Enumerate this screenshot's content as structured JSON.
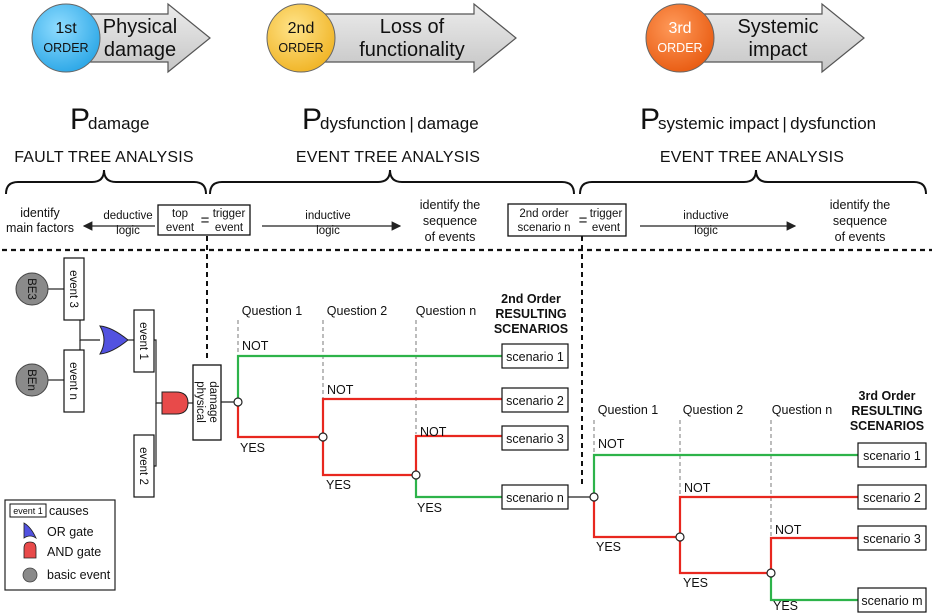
{
  "header": {
    "orders": [
      {
        "num": "1st",
        "order": "ORDER",
        "label1": "Physical",
        "label2": "damage",
        "color": "#45b8ee"
      },
      {
        "num": "2nd",
        "order": "ORDER",
        "label1": "Loss of",
        "label2": "functionality",
        "color": "#f5bf3a"
      },
      {
        "num": "3rd",
        "order": "ORDER",
        "label1": "Systemic",
        "label2": "impact",
        "color": "#f26a1c"
      }
    ],
    "probabilities": [
      {
        "p": "P",
        "sub": "damage"
      },
      {
        "p": "P",
        "sub": "dysfunction | damage"
      },
      {
        "p": "P",
        "sub": "systemic impact | dysfunction"
      }
    ],
    "analyses": [
      "FAULT TREE ANALYSIS",
      "EVENT TREE ANALYSIS",
      "EVENT TREE ANALYSIS"
    ]
  },
  "logic_row": {
    "identify_main_1": "identify",
    "identify_main_2": "main factors",
    "deductive_1": "deductive",
    "deductive_2": "logic",
    "top_event_1": "top",
    "top_event_2": "event",
    "eq": "=",
    "trigger_1": "trigger",
    "trigger_2": "event",
    "inductive_1": "inductive",
    "inductive_2": "logic",
    "identify_seq_1": "identify the",
    "identify_seq_2": "sequence",
    "identify_seq_3": "of events",
    "scen_n_1": "2nd order",
    "scen_n_2": "scenario n"
  },
  "fault_tree": {
    "be3": "BE3",
    "ben": "BEn",
    "event3": "event 3",
    "eventn": "event n",
    "event1": "event 1",
    "event2": "event 2",
    "physical_1": "physical",
    "physical_2": "damage"
  },
  "tree2": {
    "questions": [
      "Question 1",
      "Question 2",
      "Question n"
    ],
    "title_1": "2nd Order",
    "title_2": "RESULTING",
    "title_3": "SCENARIOS",
    "scenarios": [
      "scenario 1",
      "scenario 2",
      "scenario 3",
      "scenario n"
    ],
    "not": "NOT",
    "yes": "YES"
  },
  "tree3": {
    "questions": [
      "Question 1",
      "Question 2",
      "Question n"
    ],
    "title_1": "3rd Order",
    "title_2": "RESULTING",
    "title_3": "SCENARIOS",
    "scenarios": [
      "scenario 1",
      "scenario 2",
      "scenario 3",
      "scenario m"
    ],
    "not": "NOT",
    "yes": "YES"
  },
  "legend": {
    "event_box": "event 1",
    "causes": "causes",
    "or_gate": "OR gate",
    "and_gate": "AND gate",
    "basic_event": "basic event"
  },
  "colors": {
    "green": "#2db34a",
    "red": "#e8271f",
    "or_gate": "#5252e0",
    "and_gate": "#e84a4a",
    "basic_event": "#8a8a8a",
    "arrow_fill": "#d8d8d8"
  }
}
